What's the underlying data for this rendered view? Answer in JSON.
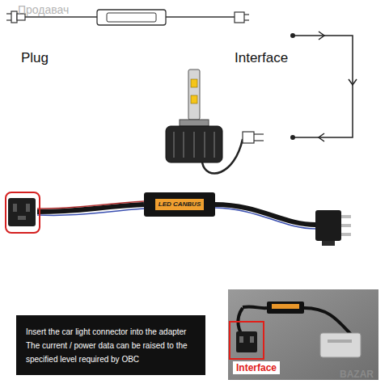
{
  "diagram": {
    "nodes": [
      {
        "text": [
          "LED CANBUS"
        ]
      },
      {
        "text": [
          "Insert the car light connector into the adapter The current / power data can be raised to the specified level required by OBC"
        ]
      }
    ],
    "labels": [
      "Продавач",
      "Plug",
      "Interface",
      "Interface",
      "BAZAR"
    ]
  }
}
